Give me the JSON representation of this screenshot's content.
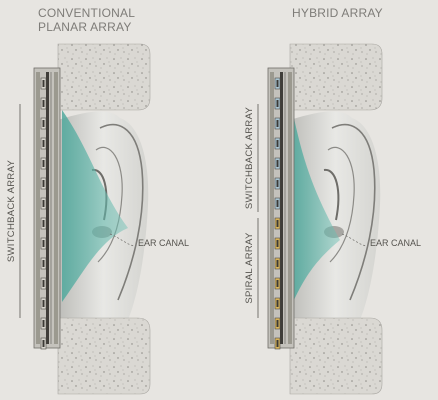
{
  "left_panel": {
    "title_line1": "CONVENTIONAL",
    "title_line2": "PLANAR ARRAY",
    "array_label": "SWITCHBACK ARRAY",
    "canal_label": "EAR CANAL"
  },
  "right_panel": {
    "title": "HYBRID ARRAY",
    "upper_label": "SWITCHBACK ARRAY",
    "lower_label": "SPIRAL ARRAY",
    "canal_label": "EAR CANAL"
  },
  "colors": {
    "background": "#e7e5e1",
    "cushion": "#d9d7d2",
    "teal_beam": "#5fb3a8",
    "magnet": "#8e8a7b",
    "copper_trace": "#c9a54a",
    "blue_trace": "#8fb4c9",
    "ear": "#c9c9c6"
  }
}
